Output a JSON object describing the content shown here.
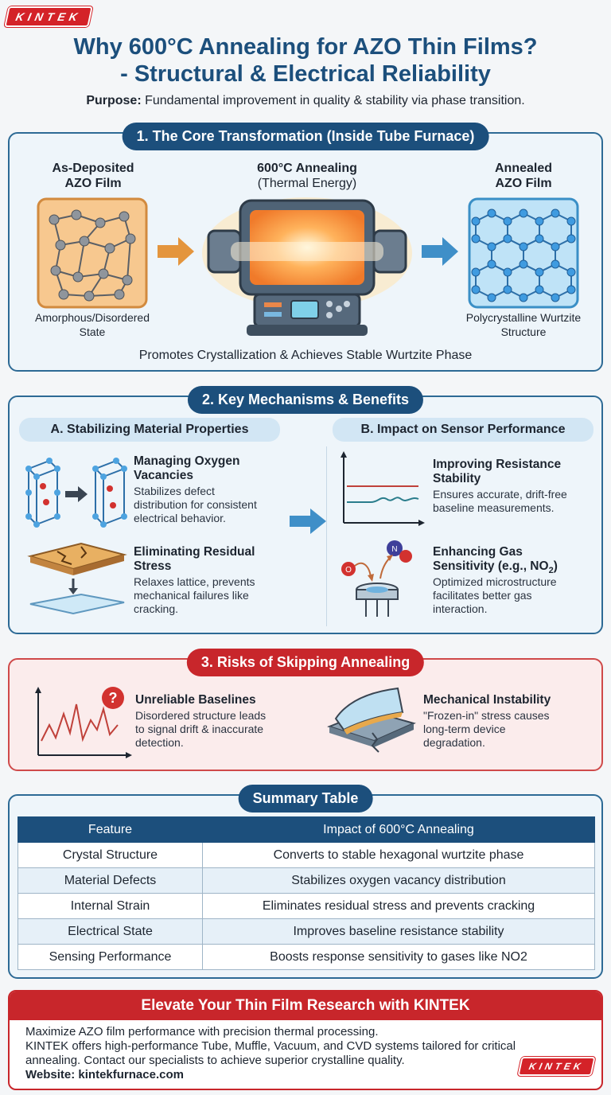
{
  "brand": "KINTEK",
  "title_line1": "Why 600°C Annealing for AZO Thin Films?",
  "title_line2": "- Structural & Electrical Reliability",
  "purpose_label": "Purpose:",
  "purpose_text": "Fundamental improvement in quality & stability via phase transition.",
  "section1": {
    "title": "1. The Core Transformation (Inside Tube Furnace)",
    "left_head_1": "As-Deposited",
    "left_head_2": "AZO Film",
    "left_caption_1": "Amorphous/Disordered",
    "left_caption_2": "State",
    "center_head": "600°C Annealing",
    "center_sub": "(Thermal Energy)",
    "right_head_1": "Annealed",
    "right_head_2": "AZO Film",
    "right_caption_1": "Polycrystalline Wurtzite",
    "right_caption_2": "Structure",
    "footer": "Promotes Crystallization & Achieves Stable Wurtzite Phase"
  },
  "section2": {
    "title": "2. Key Mechanisms & Benefits",
    "a_title": "A. Stabilizing Material Properties",
    "b_title": "B. Impact on Sensor Performance",
    "item1_title_1": "Managing Oxygen",
    "item1_title_2": "Vacancies",
    "item1_desc_1": "Stabilizes defect",
    "item1_desc_2": "distribution for consistent",
    "item1_desc_3": "electrical behavior.",
    "item2_title_1": "Eliminating Residual",
    "item2_title_2": "Stress",
    "item2_desc_1": "Relaxes lattice, prevents",
    "item2_desc_2": "mechanical failures like",
    "item2_desc_3": "cracking.",
    "item3_title_1": "Improving Resistance",
    "item3_title_2": "Stability",
    "item3_desc_1": "Ensures accurate, drift-free",
    "item3_desc_2": "baseline measurements.",
    "item4_title_1": "Enhancing Gas",
    "item4_title_2": "Sensitivity (e.g., NO",
    "item4_title_sub": "2",
    "item4_title_end": ")",
    "item4_desc_1": "Optimized microstructure",
    "item4_desc_2": "facilitates better gas",
    "item4_desc_3": "interaction.",
    "atom_o": "O",
    "atom_n": "N"
  },
  "section3": {
    "title": "3. Risks of Skipping Annealing",
    "item1_title": "Unreliable Baselines",
    "item1_desc_1": "Disordered structure leads",
    "item1_desc_2": "to signal drift & inaccurate",
    "item1_desc_3": "detection.",
    "item2_title": "Mechanical Instability",
    "item2_desc_1": "\"Frozen-in\" stress causes",
    "item2_desc_2": "long-term device",
    "item2_desc_3": "degradation.",
    "question_mark": "?"
  },
  "summary": {
    "title": "Summary Table",
    "headers": [
      "Feature",
      "Impact of 600°C Annealing"
    ],
    "rows": [
      [
        "Crystal Structure",
        "Converts to stable hexagonal wurtzite phase"
      ],
      [
        "Material Defects",
        "Stabilizes oxygen vacancy distribution"
      ],
      [
        "Internal Strain",
        "Eliminates residual stress and prevents cracking"
      ],
      [
        "Electrical State",
        "Improves baseline resistance stability"
      ],
      [
        "Sensing Performance",
        "Boosts response sensitivity to gases like NO2"
      ]
    ]
  },
  "cta": {
    "title": "Elevate Your Thin Film Research with KINTEK",
    "line1": "Maximize AZO film performance with precision thermal processing.",
    "line2": "KINTEK offers high-performance Tube, Muffle, Vacuum, and CVD systems tailored for critical",
    "line3": "annealing. Contact our specialists to achieve superior crystalline quality.",
    "website_label": "Website:",
    "website": "kintekfurnace.com"
  },
  "colors": {
    "primary": "#1c4f7c",
    "accent": "#c8262b",
    "panel_bg": "#eef5fa",
    "risk_bg": "#fbecec"
  }
}
